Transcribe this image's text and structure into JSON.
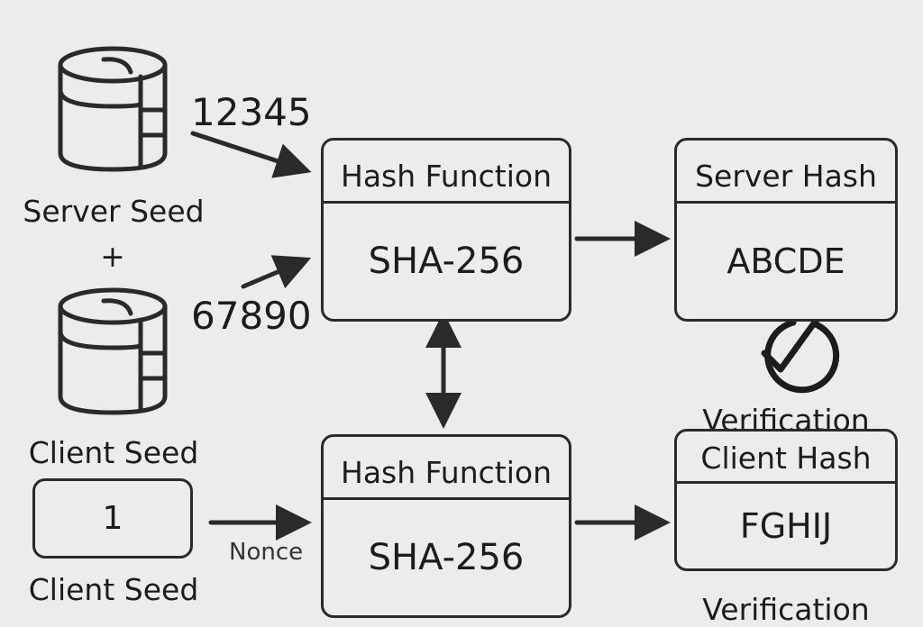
{
  "server_seed": {
    "label": "Server Seed",
    "value": "12345",
    "icon": "database-icon"
  },
  "plus": "+",
  "client_seed_top": {
    "label": "Client Seed",
    "value": "67890",
    "icon": "database-icon"
  },
  "client_seed_bottom": {
    "value": "1",
    "label": "Client Seed"
  },
  "nonce_label": "Nonce",
  "hash_function_top": {
    "title": "Hash Function",
    "algorithm": "SHA-256"
  },
  "hash_function_bottom": {
    "title": "Hash Function",
    "algorithm": "SHA-256"
  },
  "server_hash": {
    "title": "Server Hash",
    "value": "ABCDE"
  },
  "verification_top": "Verification",
  "client_hash": {
    "title": "Client Hash",
    "value": "FGHIJ"
  },
  "verification_bottom": "Verification",
  "check_icon": "check-circle-icon",
  "colors": {
    "stroke": "#2a2a2a",
    "background": "#ececec"
  }
}
